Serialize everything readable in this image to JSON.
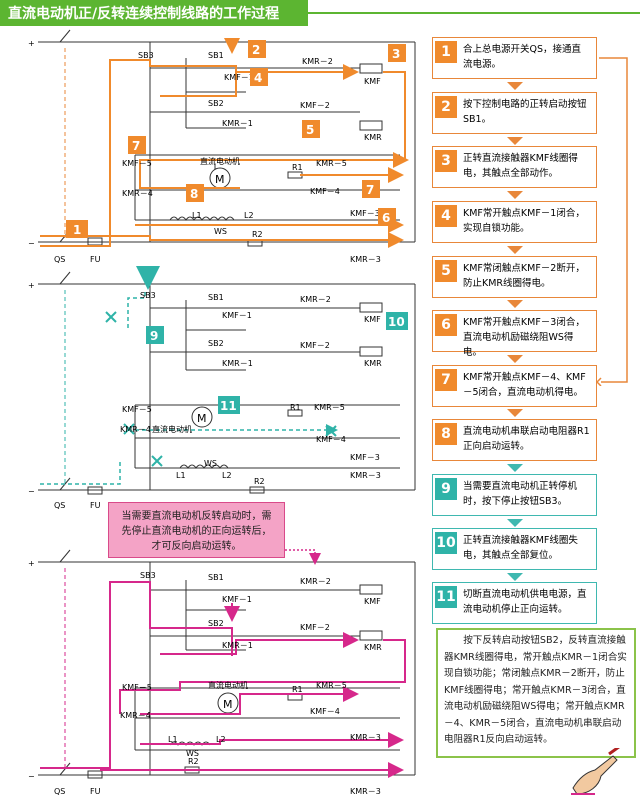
{
  "title": "直流电动机正/反转连续控制线路的工作过程",
  "labels": {
    "qs": "QS",
    "fu": "FU",
    "sb1": "SB1",
    "sb2": "SB2",
    "sb3": "SB3",
    "kmf": "KMF",
    "kmr": "KMR",
    "kmf1": "KMF－1",
    "kmf2": "KMF－2",
    "kmf3": "KMF－3",
    "kmf4": "KMF－4",
    "kmf5": "KMF－5",
    "kmr1": "KMR－1",
    "kmr2": "KMR－2",
    "kmr3": "KMR－3",
    "kmr4": "KMR－4",
    "kmr5": "KMR－5",
    "motor": "直流电动机",
    "m": "M",
    "r1": "R1",
    "r2": "R2",
    "l1": "L1",
    "l2": "L2",
    "ws": "WS",
    "plus": "+",
    "minus": "−"
  },
  "badges": [
    "1",
    "2",
    "3",
    "4",
    "5",
    "6",
    "7",
    "8",
    "9",
    "10",
    "11"
  ],
  "steps": [
    {
      "num": "1",
      "text": "合上总电源开关QS，接通直流电源。",
      "color": "orange"
    },
    {
      "num": "2",
      "text": "按下控制电路的正转启动按钮SB1。",
      "color": "orange"
    },
    {
      "num": "3",
      "text": "正转直流接触器KMF线圈得电，其触点全部动作。",
      "color": "orange"
    },
    {
      "num": "4",
      "text": "KMF常开触点KMF－1闭合，实现自锁功能。",
      "color": "orange"
    },
    {
      "num": "5",
      "text": "KMF常闭触点KMF－2断开，防止KMR线圈得电。",
      "color": "orange"
    },
    {
      "num": "6",
      "text": "KMF常开触点KMF－3闭合，直流电动机励磁绕阻WS得电。",
      "color": "orange"
    },
    {
      "num": "7",
      "text": "KMF常开触点KMF－4、KMF－5闭合，直流电动机得电。",
      "color": "orange"
    },
    {
      "num": "8",
      "text": "直流电动机串联启动电阻器R1正向启动运转。",
      "color": "orange"
    },
    {
      "num": "9",
      "text": "当需要直流电动机正转停机时，按下停止按钮SB3。",
      "color": "teal"
    },
    {
      "num": "10",
      "text": "正转直流接触器KMF线圈失电，其触点全部复位。",
      "color": "teal"
    },
    {
      "num": "11",
      "text": "切断直流电动机供电电源，直流电动机停止正向运转。",
      "color": "teal"
    }
  ],
  "note": "当需要直流电动机反转启动时，需先停止直流电动机的正向运转后，才可反向启动运转。",
  "final_text": "按下反转启动按钮SB2，反转直流接触器KMR线圈得电，常开触点KMR－1闭合实现自锁功能；常闭触点KMR－2断开，防止KMF线圈得电；常开触点KMR－3闭合，直流电动机励磁绕阻WS得电；常开触点KMR－4、KMR－5闭合，直流电动机串联启动电阻器R1反向启动运转。",
  "colors": {
    "green": "#5cb531",
    "orange": "#f08a2c",
    "teal": "#2fb3a8",
    "magenta": "#d6288b",
    "pink": "#f4a3c6"
  }
}
